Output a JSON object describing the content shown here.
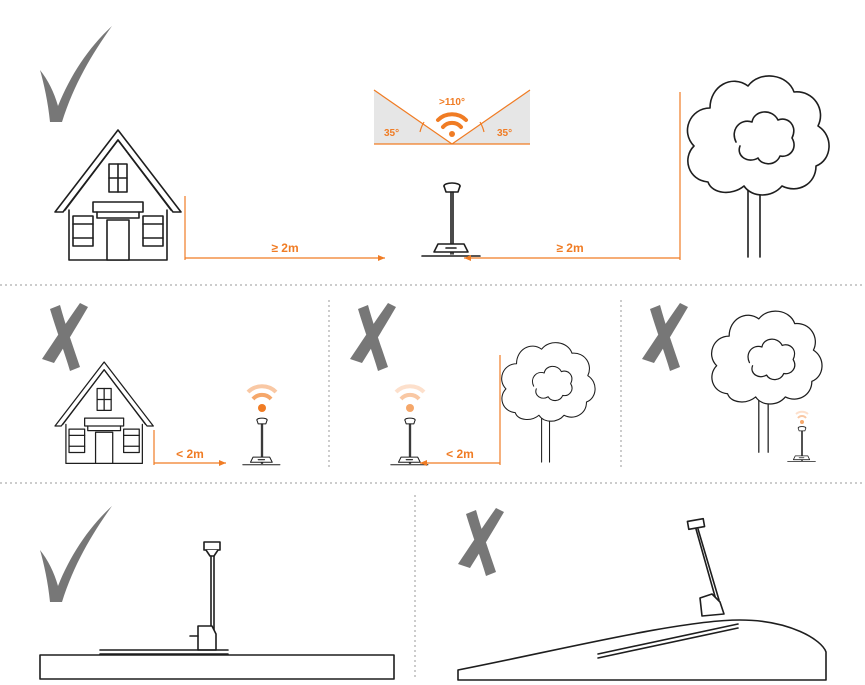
{
  "top": {
    "left_distance": "≥ 2m",
    "right_distance": "≥ 2m",
    "cone": {
      "top": ">110°",
      "left": "35°",
      "right": "35°"
    }
  },
  "middle": {
    "house_distance": "< 2m",
    "tree_distance": "< 2m"
  },
  "colors": {
    "accent": "#f07c24",
    "mark": "#777777",
    "line": "#1e1e1e",
    "cone_fill": "#e6e6e6"
  },
  "icons": [
    "check-icon",
    "cross-icon",
    "house-icon",
    "tree-icon",
    "base-station-icon",
    "wifi-icon"
  ]
}
